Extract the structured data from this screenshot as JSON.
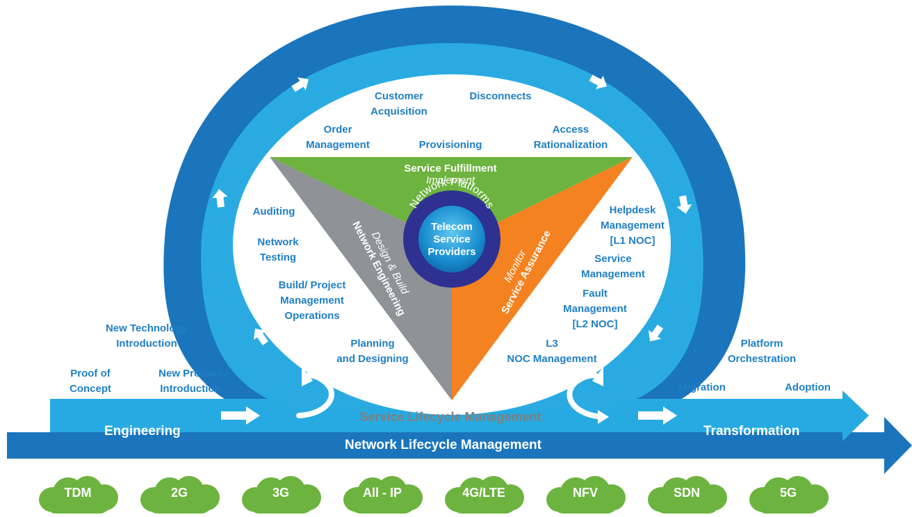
{
  "colors": {
    "dark_blue": "#1b75bc",
    "light_blue": "#27aae1",
    "green": "#6db33f",
    "gray": "#8f9297",
    "orange": "#f58220",
    "navy": "#2e3192",
    "label_blue": "#1f7fc4"
  },
  "center": {
    "ring_label": "Network Platforms",
    "core_label_1": "Telecom",
    "core_label_2": "Service",
    "core_label_3": "Providers"
  },
  "segments": {
    "fulfillment": {
      "title": "Service Fulfillment",
      "subtitle": "Implement"
    },
    "engineering": {
      "title": "Network Engineering",
      "subtitle": "Design & Build"
    },
    "assurance": {
      "title": "Service Assurance",
      "subtitle": "Monitor"
    }
  },
  "ring_labels": {
    "customer_acquisition": [
      "Customer",
      "Acquisition"
    ],
    "disconnects": "Disconnects",
    "order_management": [
      "Order",
      "Management"
    ],
    "provisioning": "Provisioning",
    "access_rationalization": [
      "Access",
      "Rationalization"
    ],
    "auditing": "Auditing",
    "network_testing": [
      "Network",
      "Testing"
    ],
    "build_project": [
      "Build/ Project",
      "Management",
      "Operations"
    ],
    "planning": [
      "Planning",
      "and Designing"
    ],
    "helpdesk": [
      "Helpdesk",
      "Management",
      "[L1 NOC]"
    ],
    "service_management": [
      "Service",
      "Management"
    ],
    "fault_management": [
      "Fault",
      "Management",
      "[L2 NOC]"
    ],
    "l3": [
      "L3",
      "NOC Management"
    ]
  },
  "side_labels": {
    "new_technology": [
      "New Technology",
      "Introduction"
    ],
    "proof_of_concept": [
      "Proof of",
      "Concept"
    ],
    "new_product": [
      "New Product",
      "Introduction"
    ],
    "platform_orchestration": [
      "Platform",
      "Orchestration"
    ],
    "migration": "Migration",
    "adoption": "Adoption"
  },
  "arrows": {
    "service_lifecycle": "Service Lifecycle Management",
    "engineering": "Engineering",
    "transformation": "Transformation",
    "network_lifecycle": "Network Lifecycle Management"
  },
  "technologies": [
    "TDM",
    "2G",
    "3G",
    "All - IP",
    "4G/LTE",
    "NFV",
    "SDN",
    "5G"
  ]
}
